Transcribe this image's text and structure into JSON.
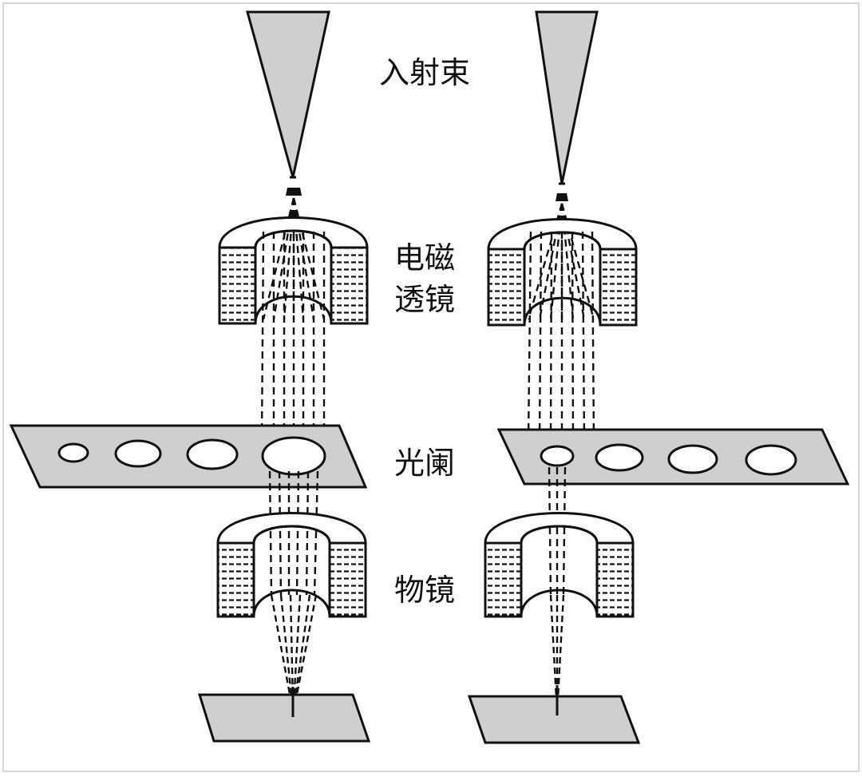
{
  "labels": {
    "incident_beam": "入射束",
    "em_lens_line1": "电磁",
    "em_lens_line2": "透镜",
    "aperture": "光阑",
    "objective_lens": "物镜"
  },
  "colors": {
    "fill_gray": "#cfcfcf",
    "stroke": "#111111",
    "background": "#ffffff",
    "frame": "#d8d8d8"
  },
  "icons": {
    "beam": "cone",
    "lens": "electromagnetic-lens",
    "aperture": "aperture-strip",
    "specimen": "specimen-plate"
  }
}
